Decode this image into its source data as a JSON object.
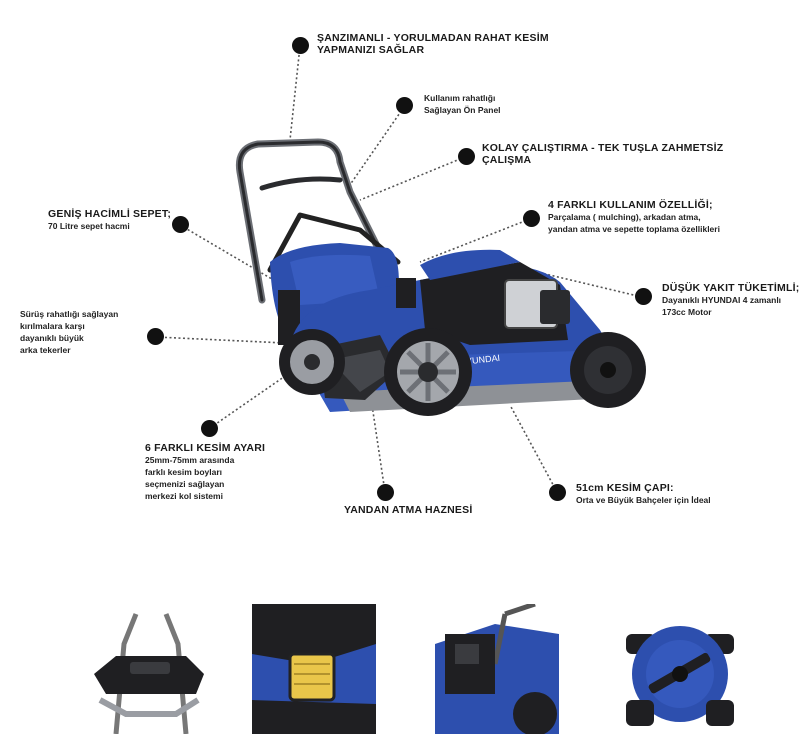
{
  "callouts": {
    "sanzimanli": {
      "lines": [
        "ŞANZIMANLI - YORULMADAN RAHAT KESİM",
        "YAPMANIZI SAĞLAR"
      ]
    },
    "on_panel": {
      "lines": [
        "Kullanım rahatlığı",
        "Sağlayan Ön Panel"
      ]
    },
    "kolay_calistirma": {
      "lines": [
        "KOLAY ÇALIŞTIRMA - TEK TUŞLA ZAHMETSİZ",
        "ÇALIŞMA"
      ]
    },
    "kullanim_ozelligi": {
      "title": "4 FARKLI KULLANIM ÖZELLİĞİ;",
      "lines": [
        "Parçalama ( mulching), arkadan atma,",
        "yandan atma ve sepette toplama özellikleri"
      ]
    },
    "genis_sepet": {
      "title": "GENİŞ HACİMLİ SEPET;",
      "lines": [
        "70 Litre sepet hacmi"
      ]
    },
    "yakit": {
      "title": "DÜŞÜK YAKIT TÜKETİMLİ;",
      "lines": [
        "Dayanıklı HYUNDAI 4 zamanlı",
        "173cc Motor"
      ]
    },
    "arka_teker": {
      "lines": [
        "Sürüş rahatlığı sağlayan",
        "kırılmalara karşı",
        "dayanıklı büyük",
        "arka tekerler"
      ]
    },
    "kesim_ayari": {
      "title": "6 FARKLI KESİM AYARI",
      "lines": [
        "25mm-75mm arasında",
        "farklı kesim boyları",
        "seçmenizi sağlayan",
        "merkezi kol sistemi"
      ]
    },
    "yandan_atma": {
      "title": "YANDAN ATMA HAZNESİ"
    },
    "kesim_capi": {
      "title": "51cm KESİM ÇAPI:",
      "lines": [
        "Orta ve Büyük Bahçeler için İdeal"
      ]
    }
  },
  "brand_on_mower": "HYUNDAI",
  "colors": {
    "mower_blue": "#2d4fae",
    "dark": "#1f1f22",
    "grey": "#8e9196",
    "dot": "#111111"
  }
}
